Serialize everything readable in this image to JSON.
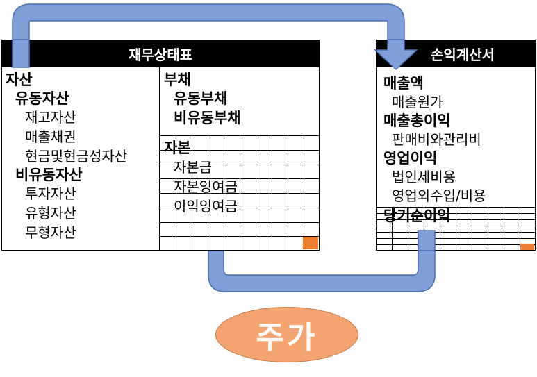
{
  "balance_sheet": {
    "title": "재무상태표",
    "assets": {
      "heading": "자산",
      "current_heading": "유동자산",
      "current_items": [
        "재고자산",
        "매출채권",
        "현금및현금성자산"
      ],
      "noncurrent_heading": "비유동자산",
      "noncurrent_items": [
        "투자자산",
        "유형자산",
        "무형자산"
      ]
    },
    "liabilities": {
      "heading": "부채",
      "current": "유동부채",
      "noncurrent": "비유동부채"
    },
    "equity": {
      "heading": "자본",
      "items": [
        "자본금",
        "자본잉여금",
        "이익잉여금"
      ]
    }
  },
  "income_statement": {
    "title": "손익계산서",
    "lines": [
      {
        "label": "매출액",
        "bold": true
      },
      {
        "label": "매출원가",
        "bold": false
      },
      {
        "label": "매출총이익",
        "bold": true
      },
      {
        "label": "판매비와관리비",
        "bold": false
      },
      {
        "label": "영업이익",
        "bold": true
      },
      {
        "label": "법인세비용",
        "bold": false
      },
      {
        "label": "영업외수입/비용",
        "bold": false
      },
      {
        "label": "당기순이익",
        "bold": true
      }
    ]
  },
  "stock_price": {
    "label": "주가"
  },
  "colors": {
    "arrow_fill": "#7f9fd9",
    "arrow_stroke": "#4a6fb0",
    "accent_cell": "#ed7d31",
    "ellipse_fill": "#f4a470"
  }
}
